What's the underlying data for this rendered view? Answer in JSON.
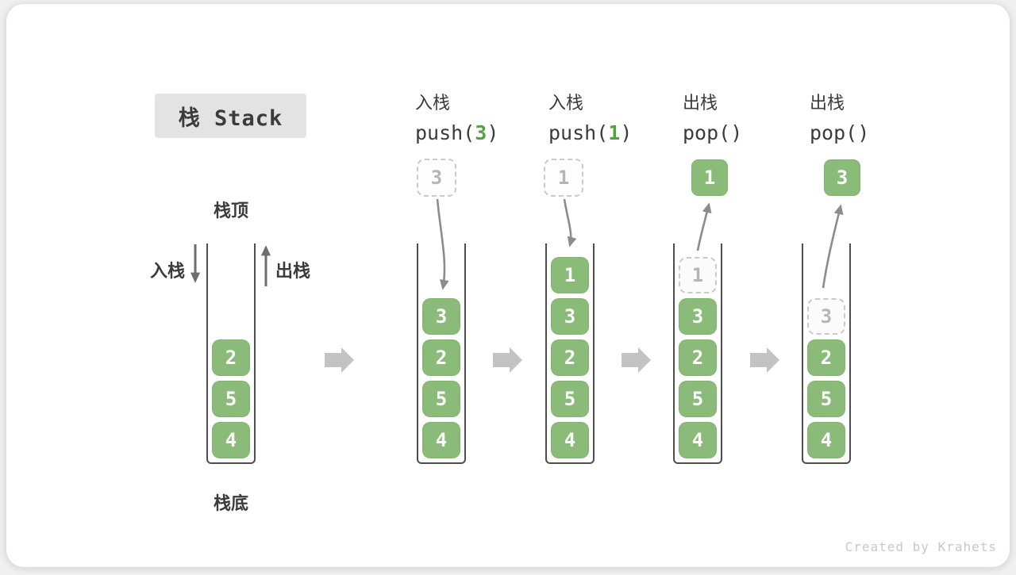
{
  "title": "栈 Stack",
  "stack_labels": {
    "top": "栈顶",
    "bottom": "栈底",
    "push": "入栈",
    "pop": "出栈"
  },
  "operations": [
    {
      "label": "入栈",
      "code_pre": "push(",
      "code_arg": "3",
      "code_post": ")"
    },
    {
      "label": "入栈",
      "code_pre": "push(",
      "code_arg": "1",
      "code_post": ")"
    },
    {
      "label": "出栈",
      "code_pre": "pop()",
      "code_arg": "",
      "code_post": ""
    },
    {
      "label": "出栈",
      "code_pre": "pop()",
      "code_arg": "",
      "code_post": ""
    }
  ],
  "floating_boxes": [
    {
      "value": "3",
      "style": "dashed"
    },
    {
      "value": "1",
      "style": "dashed"
    },
    {
      "value": "1",
      "style": "solid"
    },
    {
      "value": "3",
      "style": "solid"
    }
  ],
  "stacks": [
    {
      "items": [
        {
          "value": "2",
          "style": "solid"
        },
        {
          "value": "5",
          "style": "solid"
        },
        {
          "value": "4",
          "style": "solid"
        }
      ]
    },
    {
      "items": [
        {
          "value": "3",
          "style": "solid"
        },
        {
          "value": "2",
          "style": "solid"
        },
        {
          "value": "5",
          "style": "solid"
        },
        {
          "value": "4",
          "style": "solid"
        }
      ]
    },
    {
      "items": [
        {
          "value": "1",
          "style": "solid"
        },
        {
          "value": "3",
          "style": "solid"
        },
        {
          "value": "2",
          "style": "solid"
        },
        {
          "value": "5",
          "style": "solid"
        },
        {
          "value": "4",
          "style": "solid"
        }
      ]
    },
    {
      "items": [
        {
          "value": "1",
          "style": "dashed"
        },
        {
          "value": "3",
          "style": "solid"
        },
        {
          "value": "2",
          "style": "solid"
        },
        {
          "value": "5",
          "style": "solid"
        },
        {
          "value": "4",
          "style": "solid"
        }
      ]
    },
    {
      "items": [
        {
          "value": "3",
          "style": "dashed"
        },
        {
          "value": "2",
          "style": "solid"
        },
        {
          "value": "5",
          "style": "solid"
        },
        {
          "value": "4",
          "style": "solid"
        }
      ]
    }
  ],
  "watermark": "Created by Krahets",
  "colors": {
    "green": "#8bbb79",
    "code_green": "#56a043",
    "arrow_gray": "#8c8c8c",
    "flow_arrow": "#c3c3c3",
    "wall": "#4e4e4e",
    "ghost_border": "#cacaca",
    "ghost_text": "#b5b5b5",
    "title_bg": "#e3e3e3",
    "text": "#3b3b3b",
    "watermark": "#c8c8c8",
    "card_bg": "#ffffff",
    "page_bg": "#f0f0f0"
  }
}
